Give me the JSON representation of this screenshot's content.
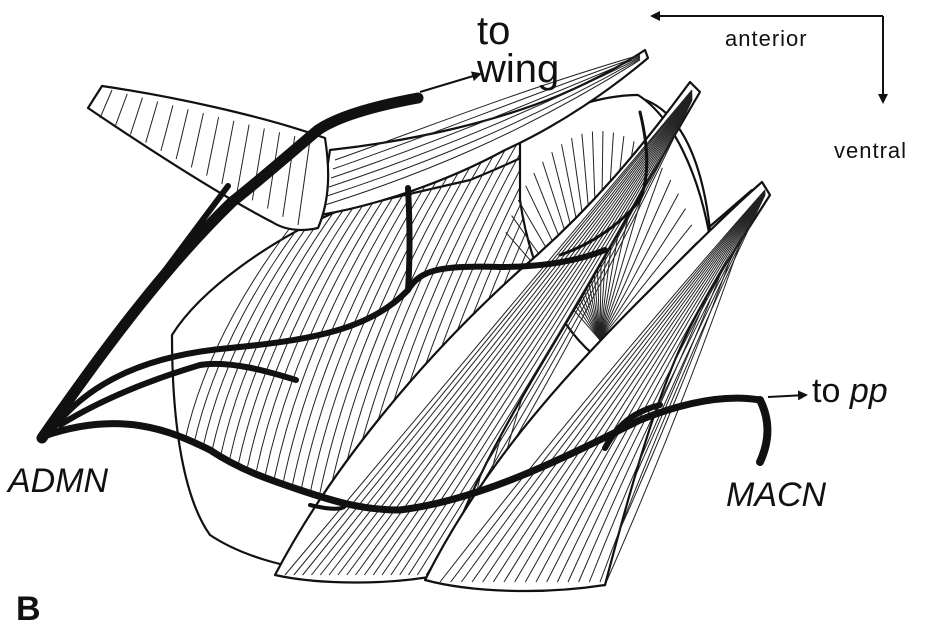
{
  "labels": {
    "to_wing": [
      "to",
      "wing"
    ],
    "anterior": "anterior",
    "ventral": "ventral",
    "admn": "ADMN",
    "macn": "MACN",
    "to_pp_prefix": "to",
    "to_pp_suffix": "pp",
    "panel": "B"
  }
}
